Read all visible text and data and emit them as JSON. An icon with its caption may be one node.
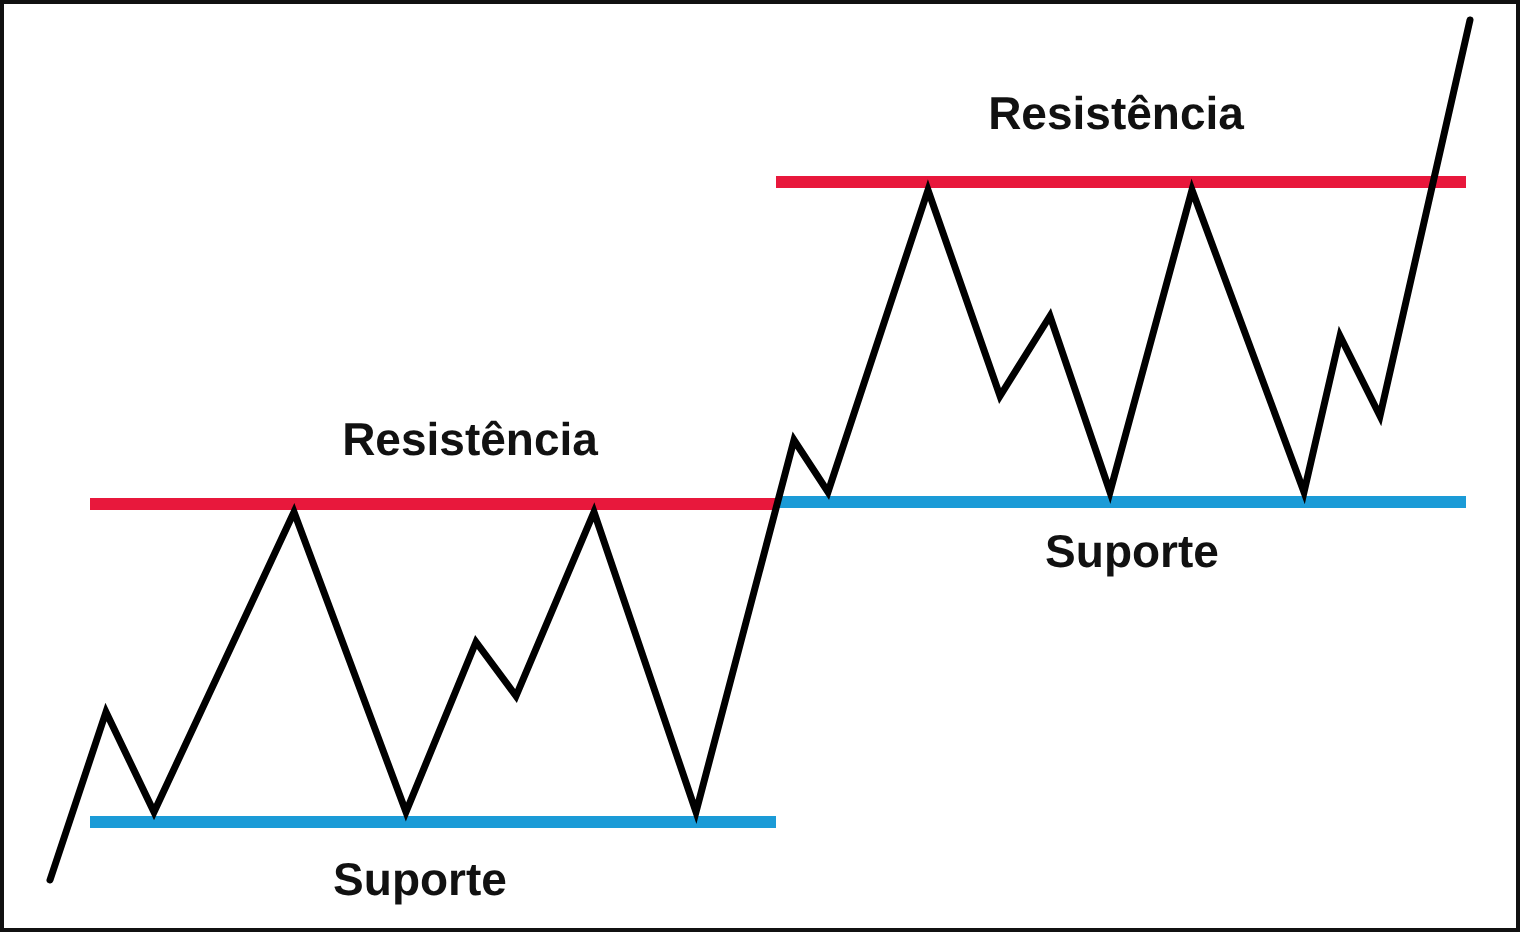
{
  "diagram": {
    "labels": [
      "Resistência",
      "Resistência",
      "Suporte",
      "Suporte"
    ]
  }
}
